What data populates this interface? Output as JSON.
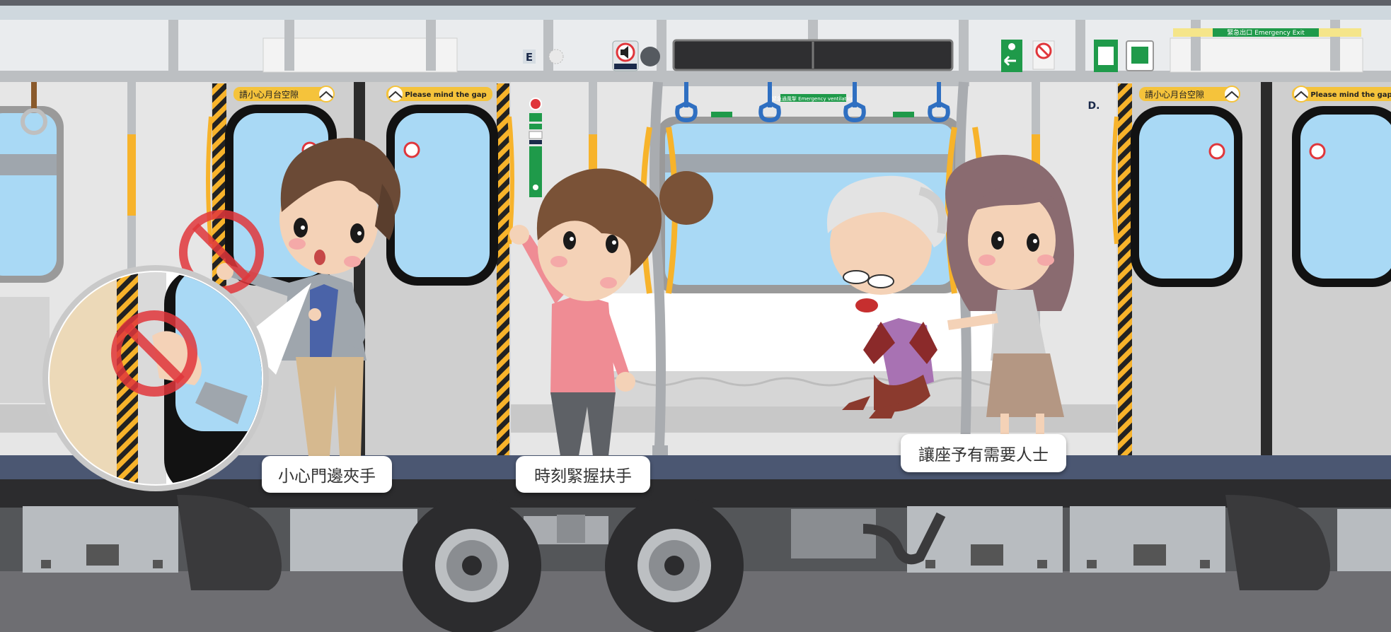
{
  "door_signs": {
    "chinese": "請小心月台空隙",
    "english": "Please mind the gap"
  },
  "emergency_ventilation": "緊急通風掣 Emergency ventilation",
  "emergency_exit": "緊急出口 Emergency Exit",
  "car_letters": {
    "left": "E",
    "right": "D."
  },
  "captions": {
    "doors": "小心門邊夾手",
    "handrail": "時刻緊握扶手",
    "seat": "讓座予有需要人士"
  },
  "colors": {
    "train_body": "#e8e8e8",
    "window_glass": "#a9d9f5",
    "stanchion_yellow": "#f7b32b",
    "strap_blue": "#2f6fc1",
    "prohibit_red": "#e0363b",
    "sign_green": "#1f9a4a",
    "sign_yellow": "#f5c33b"
  }
}
